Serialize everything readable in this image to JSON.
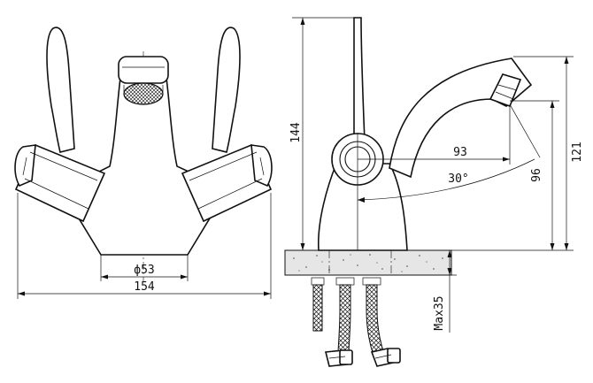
{
  "drawing": {
    "front_view": {
      "dimensions": {
        "base_diameter": "ф53",
        "overall_width": "154"
      }
    },
    "side_view": {
      "dimensions": {
        "height": "144",
        "spout_height": "121",
        "spout_reach": "93",
        "spout_outlet_height": "96",
        "swivel_angle": "30°",
        "max_counter_thickness": "Max35"
      }
    }
  }
}
